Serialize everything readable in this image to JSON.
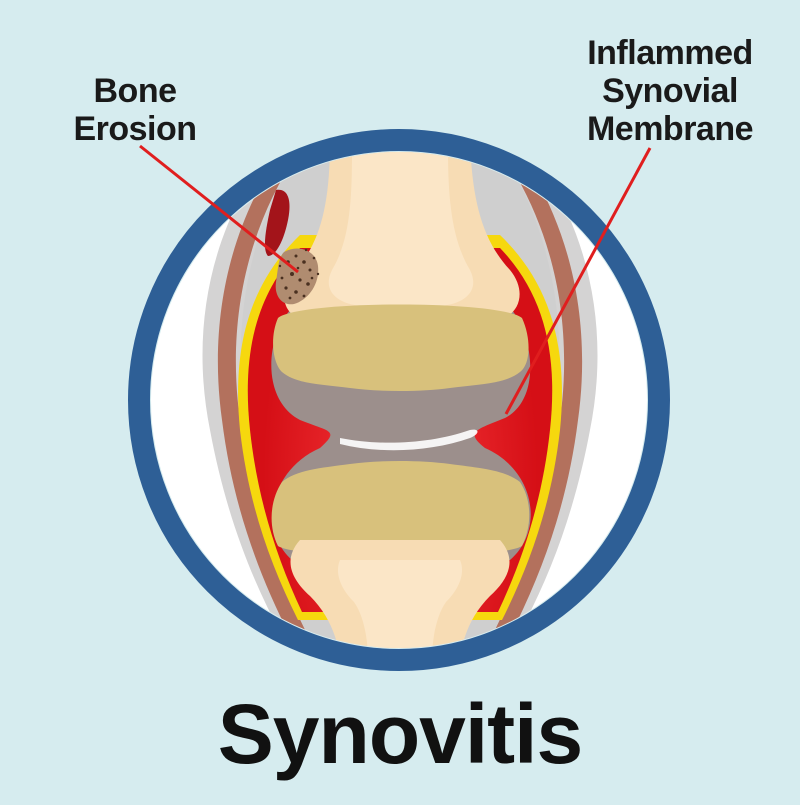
{
  "title": "Synovitis",
  "labels": {
    "bone_erosion": [
      "Bone",
      "Erosion"
    ],
    "inflamed_membrane": [
      "Inflammed",
      "Synovial",
      "Membrane"
    ]
  },
  "colors": {
    "background": "#d6ecef",
    "ring": "#2e5f96",
    "inflammation": "#e3161b",
    "membrane": "#f6d80e",
    "bone": "#f7dcb4",
    "cartilage": "#d8c17c",
    "joint_capsule": "#9c8f8c",
    "muscle": "#b3715d",
    "pointer": "#e01e1e"
  }
}
